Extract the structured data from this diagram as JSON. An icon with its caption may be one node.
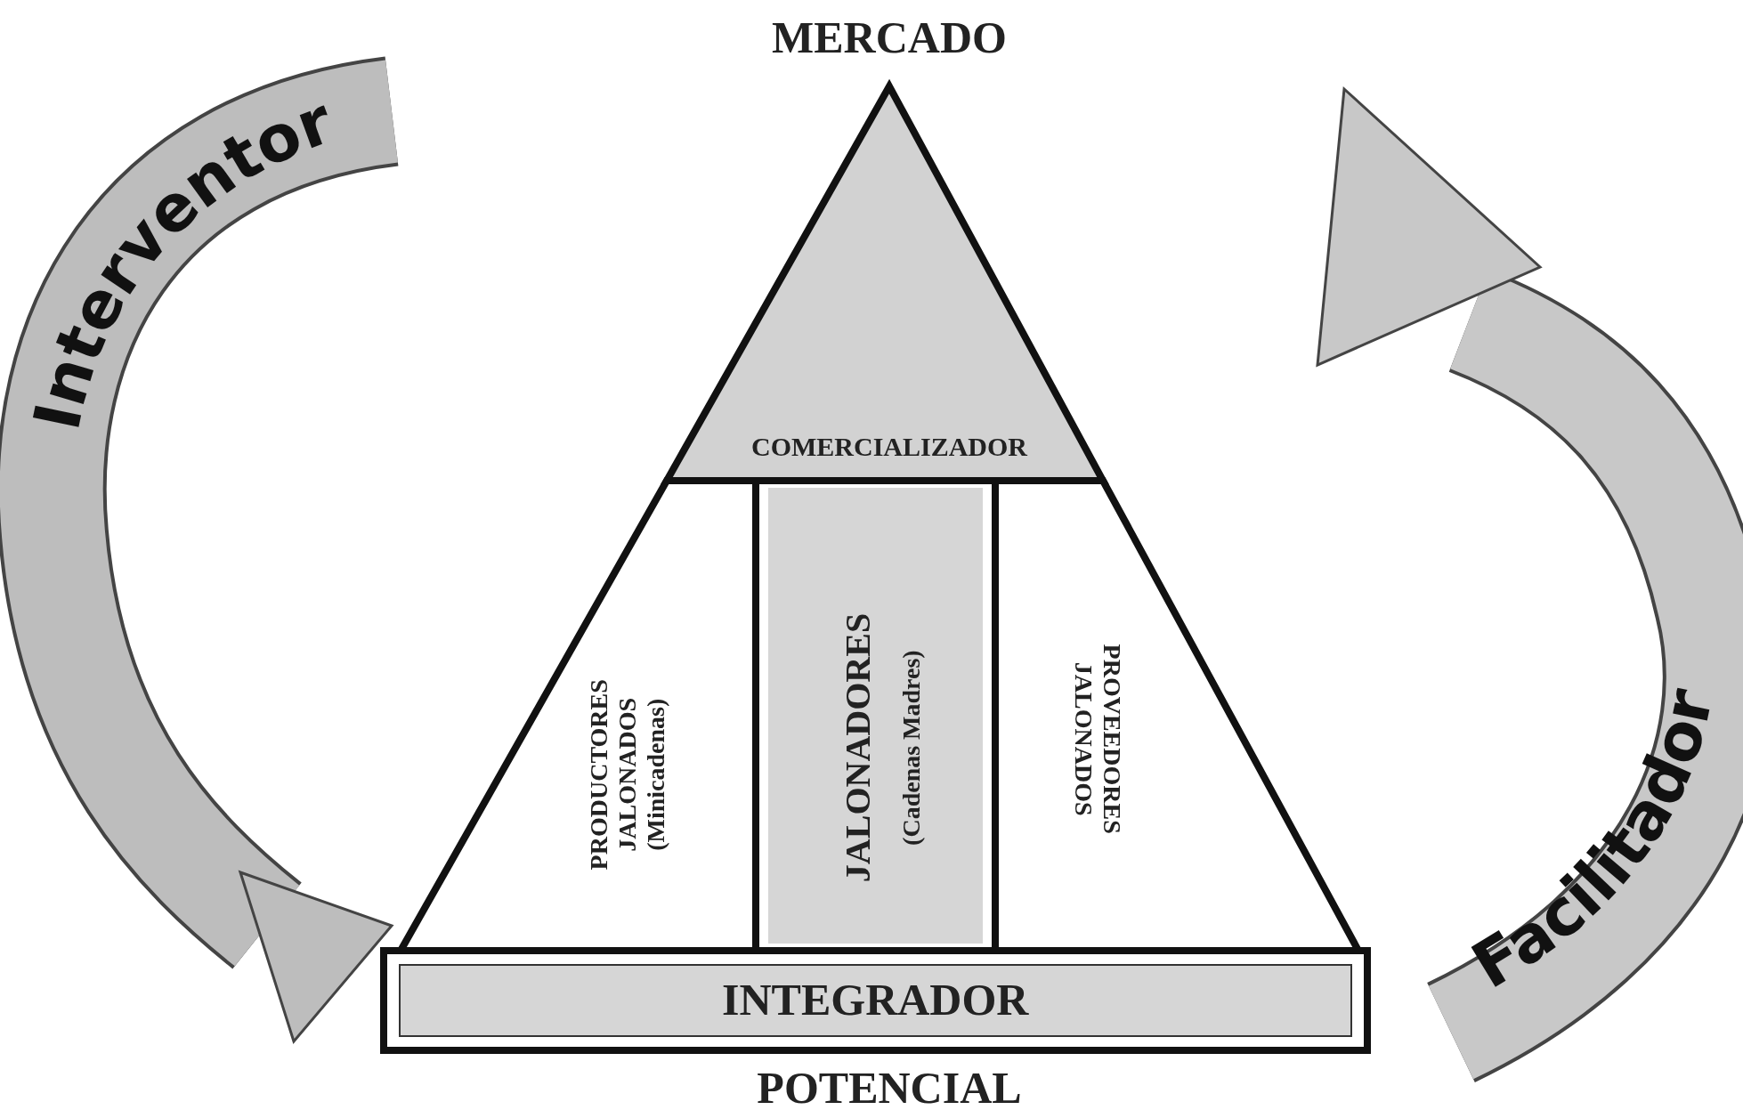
{
  "diagram": {
    "nodes": [
      {
        "text": [
          "COMERCIALIZADOR"
        ]
      },
      {
        "text": [
          "PRODUCTORES JALONADOS (Minicadenas)"
        ]
      },
      {
        "text": [
          "JALONADORES",
          "(Cadenas Madres)"
        ]
      },
      {
        "text": [
          "PROVEEDORES JALONADOS"
        ]
      },
      {
        "text": [
          "INTEGRADOR"
        ]
      },
      {
        "text": [
          "Interventor"
        ]
      },
      {
        "text": [
          "Facilitador"
        ]
      }
    ],
    "labels": [
      "MERCADO",
      "POTENCIAL"
    ]
  }
}
